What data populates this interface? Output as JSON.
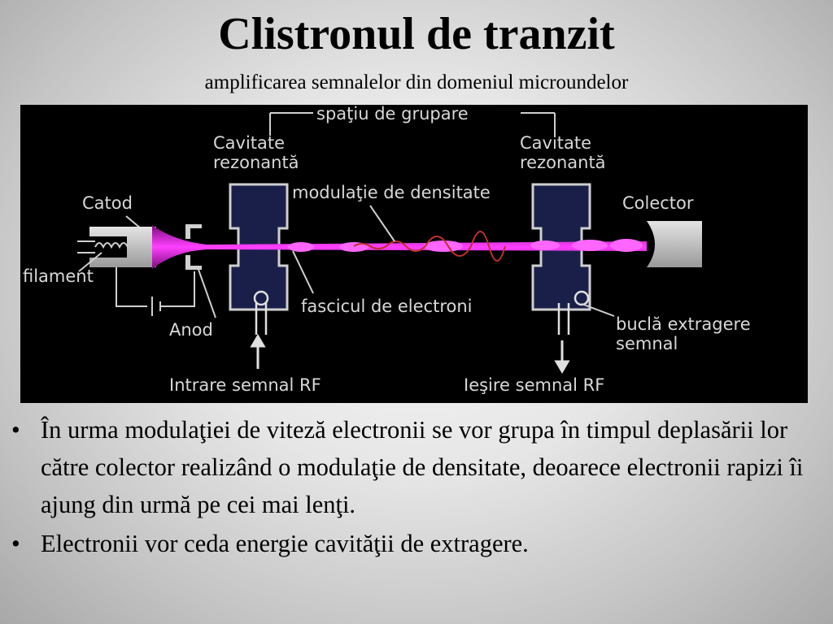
{
  "slide": {
    "title": "Clistronul de tranzit",
    "subtitle": "amplificarea semnalelor din domeniul microundelor"
  },
  "diagram": {
    "labels": {
      "grouping_space": "spaţiu de grupare",
      "cavity1_line1": "Cavitate",
      "cavity1_line2": "rezonantă",
      "cavity2_line1": "Cavitate",
      "cavity2_line2": "rezonantă",
      "density_modulation": "modulaţie de densitate",
      "cathode": "Catod",
      "collector": "Colector",
      "filament": "filament",
      "anode": "Anod",
      "electron_beam": "fascicul de electroni",
      "extraction_loop_line1": "buclă extragere",
      "extraction_loop_line2": "semnal",
      "rf_input": "Intrare semnal RF",
      "rf_output": "Ieşire semnal RF"
    },
    "colors": {
      "background": "#000000",
      "beam": "#d21ad2",
      "cavity": "#1a1f4a",
      "metal": "#c8c8c8",
      "label": "#d8d8d8",
      "wave": "#c0302a"
    }
  },
  "bullets": [
    {
      "marker": "•",
      "text": "În urma modulaţiei de viteză electronii se vor grupa în timpul deplasării lor către colector realizând o modulaţie de densitate, deoarece electronii rapizi îi ajung din urmă pe cei mai lenţi."
    },
    {
      "marker": "•",
      "text": "Electronii vor ceda energie cavităţii de extragere."
    }
  ]
}
